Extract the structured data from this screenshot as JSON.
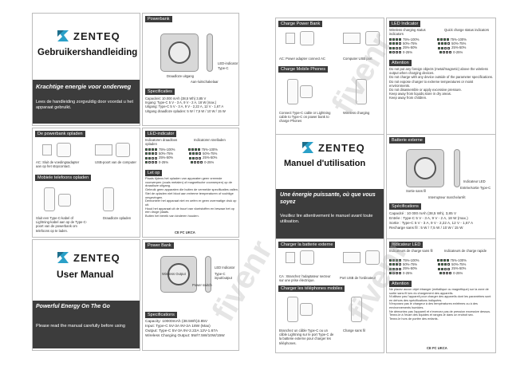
{
  "brand": "ZENTEQ",
  "nl": {
    "title": "Gebruikershandleiding",
    "slogan": "Krachtige energie voor onderweg",
    "intro": "Lees de handleiding zorgvuldig door voordat u het apparaat gebruikt.",
    "powerbank_hdr": "Powerbank",
    "label_power_display": "Draadloze uitgang",
    "label_led": "LED-indicator",
    "label_typec": "Type-C",
    "label_switch": "Aan-/uitschakelaar",
    "spec_hdr": "Specificaties",
    "specs": [
      "Capaciteit: 10.000 mAh (38,5 Wh) 3,85 V",
      "Ingang: Type-C 5 V - 3 A, 9 V - 2 A, 18 W (max.)",
      "Uitgang: Type-C 5 V - 3 A, 9 V - 2,22 A, 12 V - 1,67 A",
      "Uitgang draadloze opladen: 5 W / 7,5 W / 10 W / 15 W"
    ],
    "charge_hdr": "De powerbank opladen",
    "charge_a": "AC: Sluit de voedingsadapter aan op het stopcontact.",
    "charge_b": "USB-poort van de computer",
    "phone_hdr": "Mobiele telefoons opladen",
    "phone_a": "Sluit een Type-C-kabel of Lightning-kabel aan op de Type-C-poort van de powerbank om telefoons op te laden.",
    "phone_b": "Draadloze opladen",
    "led_hdr": "LED-indicator",
    "led_col1": "Indicatoren draadloos opladen",
    "led_col2": "Indicatoren snelladen",
    "led_levels": [
      "75%-100%",
      "50%-75%",
      "25%-50%",
      "0-25%"
    ],
    "note_hdr": "Let op",
    "notes": [
      "Plaats tijdens het opladen van apparaten geen vreemde voorwerpen (zoals metalen) of magnetische voorwerpen) op de draadloze uitgang.",
      "Gebruik geen apparaten die buiten de vermelde specificaties vallen.",
      "Stel de opladen niet bloot aan extreme temperaturen of vochtige omgevingen.",
      "Demonteer het apparaat niet en oefen er geen overmatige druk op uit.",
      "Houd het apparaat uit de buurt van vloeistoffen en bewaar het op een droge plaats.",
      "Buiten het bereik van kinderen houden."
    ]
  },
  "en": {
    "title": "User Manual",
    "slogan": "Powerful Energy On The Go",
    "intro": "Please read the manual carefully before using",
    "powerbank_hdr": "Power Bank",
    "label_wireless": "Wireless Output",
    "label_led": "LED Indicator",
    "label_typec": "Type-C input/output",
    "label_switch": "Power switch",
    "spec_hdr": "Specifications",
    "specs": [
      "Capacity: 10000mAh (38.5Wh)3.85V",
      "Input: Type-C 5V-3A 9V-2A 18W (Max)",
      "Output: Type-C 5V-3A 9V-2.22A 12V-1.67A",
      "Wireless Charging Output: 5W/7.5W/10W/15W"
    ],
    "charge_hdr": "Charge Power Bank",
    "charge_a": "AC: Power adapter connect AC",
    "charge_b": "Computer USB port",
    "phone_hdr": "Charge Mobile Phones",
    "phone_a": "Connect Type-C cable or Lightning cable to Type-C on power bank to charge Phones",
    "phone_b": "Wireless charging",
    "led_hdr": "LED Indicator",
    "led_col1": "Wireless charging status indicators",
    "led_col2": "Quick charge status indicators",
    "led_levels": [
      "75%-100%",
      "50%-75%",
      "25%-50%",
      "0-25%"
    ],
    "note_hdr": "Attention",
    "notes": [
      "Do not put any foreign objects (metal/magnetic) above the wireless output when charging devices.",
      "Do not charge with any device outside of the parameter specifications.",
      "Do not expose charger to extreme temperatures or moist environments.",
      "Do not disassemble or apply excessive pressure.",
      "Keep away from liquids,store in dry areas.",
      "Keep away from children."
    ]
  },
  "fr": {
    "title": "Manuel d'utilisation",
    "slogan": "Une énergie puissante, où que vous soyez",
    "intro": "Veuillez lire attentivement le manuel avant toute utilisation.",
    "ext_hdr": "Batterie externe",
    "label_output": "Sortie sans fil",
    "label_led": "Indicateur LED",
    "label_typec": "Entrée/sortie Type-C",
    "label_switch": "Interrupteur marche/arrêt",
    "spec_hdr": "Spécifications",
    "specs": [
      "Capacité : 10 000 mAh (38,5 Wh), 3,85 V",
      "Entrée : Type-C 5 V - 3 A, 9 V - 2 A, 18 W (max.)",
      "Sortie : Type-C 5 V - 3 A, 9 V - 2,22 A, 12 V - 1,67 A",
      "Recharge sans fil : 5 W / 7,5 W / 10 W / 15 W"
    ],
    "charge_hdr": "Charger la batterie externe",
    "charge_a": "CA : Branchez l'adaptateur secteur sur une prise électrique.",
    "charge_b": "Port USB de l'ordinateur",
    "phone_hdr": "Charger les téléphones mobiles",
    "phone_a": "Branchez un câble Type-C ou un câble Lightning sur le port Type-C de la batterie externe pour charger les téléphones.",
    "phone_b": "Charge sans fil",
    "led_hdr": "Indicateur LED",
    "led_col1": "Indicateurs de charge sans fil",
    "led_col2": "Indicateurs de charge rapide",
    "led_levels": [
      "75%-100%",
      "50%-75%",
      "25%-50%",
      "0-25%"
    ],
    "note_hdr": "Attention",
    "notes": [
      "Ne placez aucun objet étranger (métallique ou magnétique) sur la zone de sortie sans fil lors du chargement des appareils.",
      "N'utilisez pas l'appareil pour charger des appareils dont les paramètres sont en dehors des spécifications indiquées.",
      "N'exposez pas le chargeur à des températures extrêmes ou à des environnements humides.",
      "Ne démontez pas l'appareil et n'exercez pas de pression excessive dessus.",
      "Tenez-le à l'écart des liquides et rangez-le dans un endroit sec.",
      "Tenez-le hors de portée des enfants."
    ]
  },
  "watermark": "fivenr",
  "cert_marks": "CE FC UKCA"
}
